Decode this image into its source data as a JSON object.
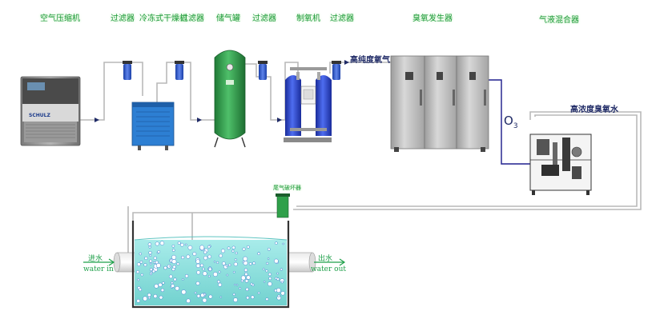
{
  "labels": {
    "air_compressor": "空气压缩机",
    "filter1": "过滤器",
    "refrigerated_dryer": "冷冻式干燥机",
    "filter2": "过滤器",
    "air_tank": "储气罐",
    "filter3": "过滤器",
    "oxygen_generator": "制氧机",
    "filter4": "过滤器",
    "ozone_generator": "臭氧发生器",
    "gas_liquid_mixer": "气液混合器",
    "high_purity_oxygen": "高纯度氧气",
    "o3": "O",
    "o3_sub": "3",
    "high_conc_ozone_water": "高浓度臭氧水",
    "gas_reclaimer": "尾气破坏器",
    "water_in_cn": "进水",
    "water_in_en": "water in",
    "water_out_cn": "出水",
    "water_out_en": "water out",
    "compressor_brand": "SCHULZ"
  },
  "colors": {
    "label_green": "#1f9a3c",
    "pipe": "#b9b9b9",
    "tank_green": "#2f9b4a",
    "dryer_blue": "#2d7fd3",
    "oxy_blue": "#2b45c8",
    "cabinet_gray": "#bdbdbd",
    "water": "#8fe3e0",
    "o3_line": "#2a2a9a"
  },
  "icons": {
    "arrow": "arrow-right-icon"
  }
}
